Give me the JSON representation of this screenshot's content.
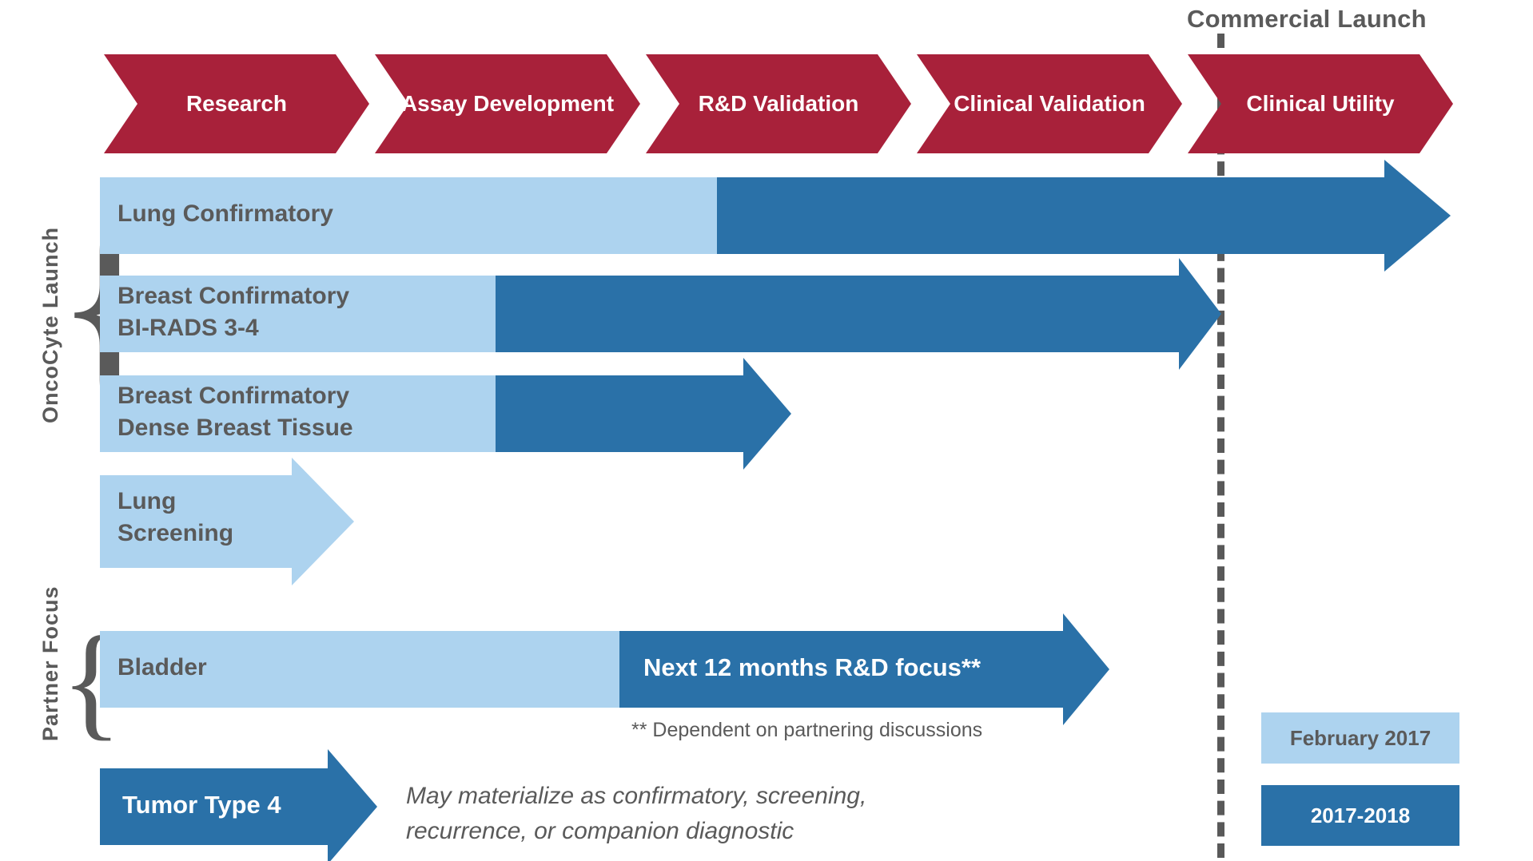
{
  "chart_data": {
    "type": "table",
    "title": "OncoCyte product development pipeline roadmap",
    "milestone": {
      "label": "Commercial Launch",
      "x_phase": "Clinical Utility"
    },
    "phases": [
      "Research",
      "Assay\nDevelopment",
      "R&D\nValidation",
      "Clinical\nValidation",
      "Clinical\nUtility"
    ],
    "groups": [
      {
        "label": "OncoCyte  Launch",
        "rows": [
          "Lung Confirmatory",
          "Breast Confirmatory BI-RADS 3-4",
          "Breast Confirmatory Dense Breast Tissue"
        ]
      },
      {
        "label": "Partner Focus",
        "rows": [
          "Bladder"
        ]
      }
    ],
    "rows": [
      {
        "name": "Lung Confirmatory",
        "label": "Lung Confirmatory",
        "completed_through": "R&D Validation",
        "planned_through": "Clinical Utility",
        "arrow": true
      },
      {
        "name": "Breast Confirmatory BI-RADS 3-4",
        "label": "Breast Confirmatory\nBI-RADS 3-4",
        "completed_through": "Assay Development",
        "planned_through": "Clinical Validation",
        "arrow": true
      },
      {
        "name": "Breast Confirmatory Dense Breast Tissue",
        "label": "Breast Confirmatory\nDense Breast Tissue",
        "completed_through": "Assay Development",
        "planned_through": "R&D Validation",
        "arrow": true
      },
      {
        "name": "Lung Screening",
        "label": "Lung\nScreening",
        "completed_through": "Research",
        "planned_through": null,
        "arrow": true
      },
      {
        "name": "Bladder",
        "label": "Bladder",
        "completed_through": "Assay Development",
        "planned_through": "Clinical Validation",
        "arrow": true,
        "bar_note": "Next 12 months R&D focus**"
      },
      {
        "name": "Tumor Type 4",
        "label": "Tumor Type 4",
        "completed_through": null,
        "planned_through": "Research",
        "arrow": true
      }
    ],
    "legend": [
      {
        "label": "February 2017",
        "color": "#ADD3EF"
      },
      {
        "label": "2017-2018",
        "color": "#2A71A8"
      }
    ],
    "notes": [
      "** Dependent  on partnering  discussions",
      "May materialize as confirmatory, screening,\nrecurrence,  or companion  diagnostic"
    ],
    "colors": {
      "phase_banner": "#A8213A",
      "completed": "#ADD3EF",
      "planned": "#2A71A8",
      "text_gray": "#5a5a5a",
      "milestone_line": "#595959"
    }
  },
  "milestone": {
    "label": "Commercial Launch"
  },
  "phases": [
    {
      "label": "Research"
    },
    {
      "label": "Assay\nDevelopment"
    },
    {
      "label": "R&D\nValidation"
    },
    {
      "label": "Clinical\nValidation"
    },
    {
      "label": "Clinical\nUtility"
    }
  ],
  "groups": {
    "oncocyte": {
      "label": "OncoCyte  Launch"
    },
    "partner": {
      "label": "Partner Focus"
    },
    "brace_glyph": "{"
  },
  "rows": {
    "lung_confirmatory": {
      "label": "Lung Confirmatory"
    },
    "breast_birads": {
      "label": "Breast Confirmatory\nBI-RADS 3-4"
    },
    "breast_dense": {
      "label": "Breast Confirmatory\nDense Breast Tissue"
    },
    "lung_screening": {
      "label": "Lung\nScreening"
    },
    "bladder": {
      "label": "Bladder",
      "bar_note": "Next 12 months R&D focus**"
    },
    "tumor_type_4": {
      "label": "Tumor Type 4"
    }
  },
  "notes": {
    "footnote": "** Dependent  on partnering  discussions",
    "italic": "May materialize as confirmatory, screening,\nrecurrence,  or companion  diagnostic"
  },
  "legend": {
    "light": {
      "label": "February 2017"
    },
    "dark": {
      "label": "2017-2018"
    }
  }
}
